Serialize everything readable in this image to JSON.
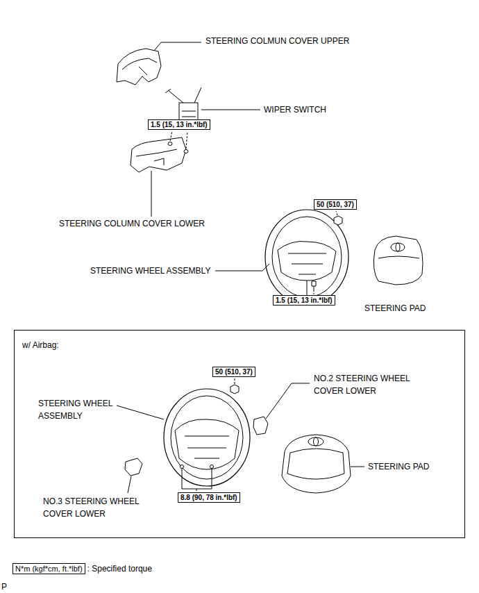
{
  "diagram": {
    "nodes": [
      {
        "text": [
          "1.5 (15, 13 in.*lbf)"
        ]
      },
      {
        "text": [
          "50 (510, 37)"
        ]
      },
      {
        "text": [
          "1.5 (15, 13 in.*lbf)"
        ]
      },
      {
        "text": [
          "w/ Airbag:"
        ]
      },
      {
        "text": [
          "50 (510, 37)"
        ],
        "in": 3
      },
      {
        "text": [
          "8.8 (90, 78 in.*lbf)"
        ],
        "in": 3
      },
      {
        "text": [
          "N*m (kgf*cm, ft.*lbf)"
        ]
      }
    ],
    "labels": [
      "STEERING COLMUN COVER UPPER",
      "WIPER SWITCH",
      "STEERING COLUMN COVER LOWER",
      "STEERING WHEEL ASSEMBLY",
      "STEERING PAD",
      "NO.2 STEERING WHEEL COVER LOWER",
      "STEERING WHEEL ASSEMBLY",
      "STEERING PAD",
      "NO.3 STEERING WHEEL COVER LOWER",
      ": Specified torque",
      "P"
    ]
  }
}
